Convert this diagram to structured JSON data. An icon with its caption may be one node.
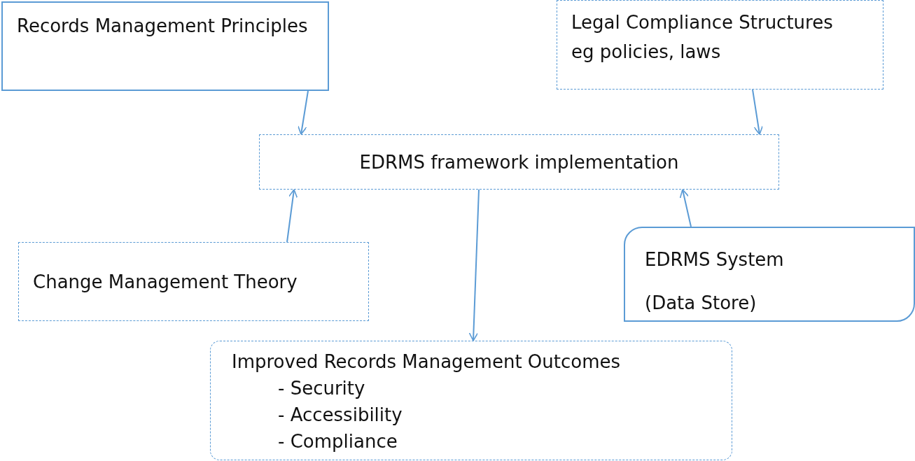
{
  "diagram": {
    "nodes": [
      {
        "text": [
          "Records Management Principles"
        ]
      },
      {
        "text": [
          "Legal Compliance Structures",
          "eg policies, laws"
        ]
      },
      {
        "text": [
          "EDRMS framework implementation"
        ]
      },
      {
        "text": [
          "Change Management Theory"
        ]
      },
      {
        "text": [
          "EDRMS System",
          "(Data Store)"
        ]
      },
      {
        "text": [
          "Improved Records Management Outcomes",
          "- Security",
          "- Accessibility",
          "- Compliance"
        ]
      }
    ],
    "edges": [
      {
        "from": 0,
        "to": 2,
        "arrow": "to"
      },
      {
        "from": 1,
        "to": 2,
        "arrow": "to"
      },
      {
        "from": 3,
        "to": 2,
        "arrow": "to"
      },
      {
        "from": 4,
        "to": 2,
        "arrow": "to"
      },
      {
        "from": 2,
        "to": 5,
        "arrow": "to"
      }
    ]
  }
}
